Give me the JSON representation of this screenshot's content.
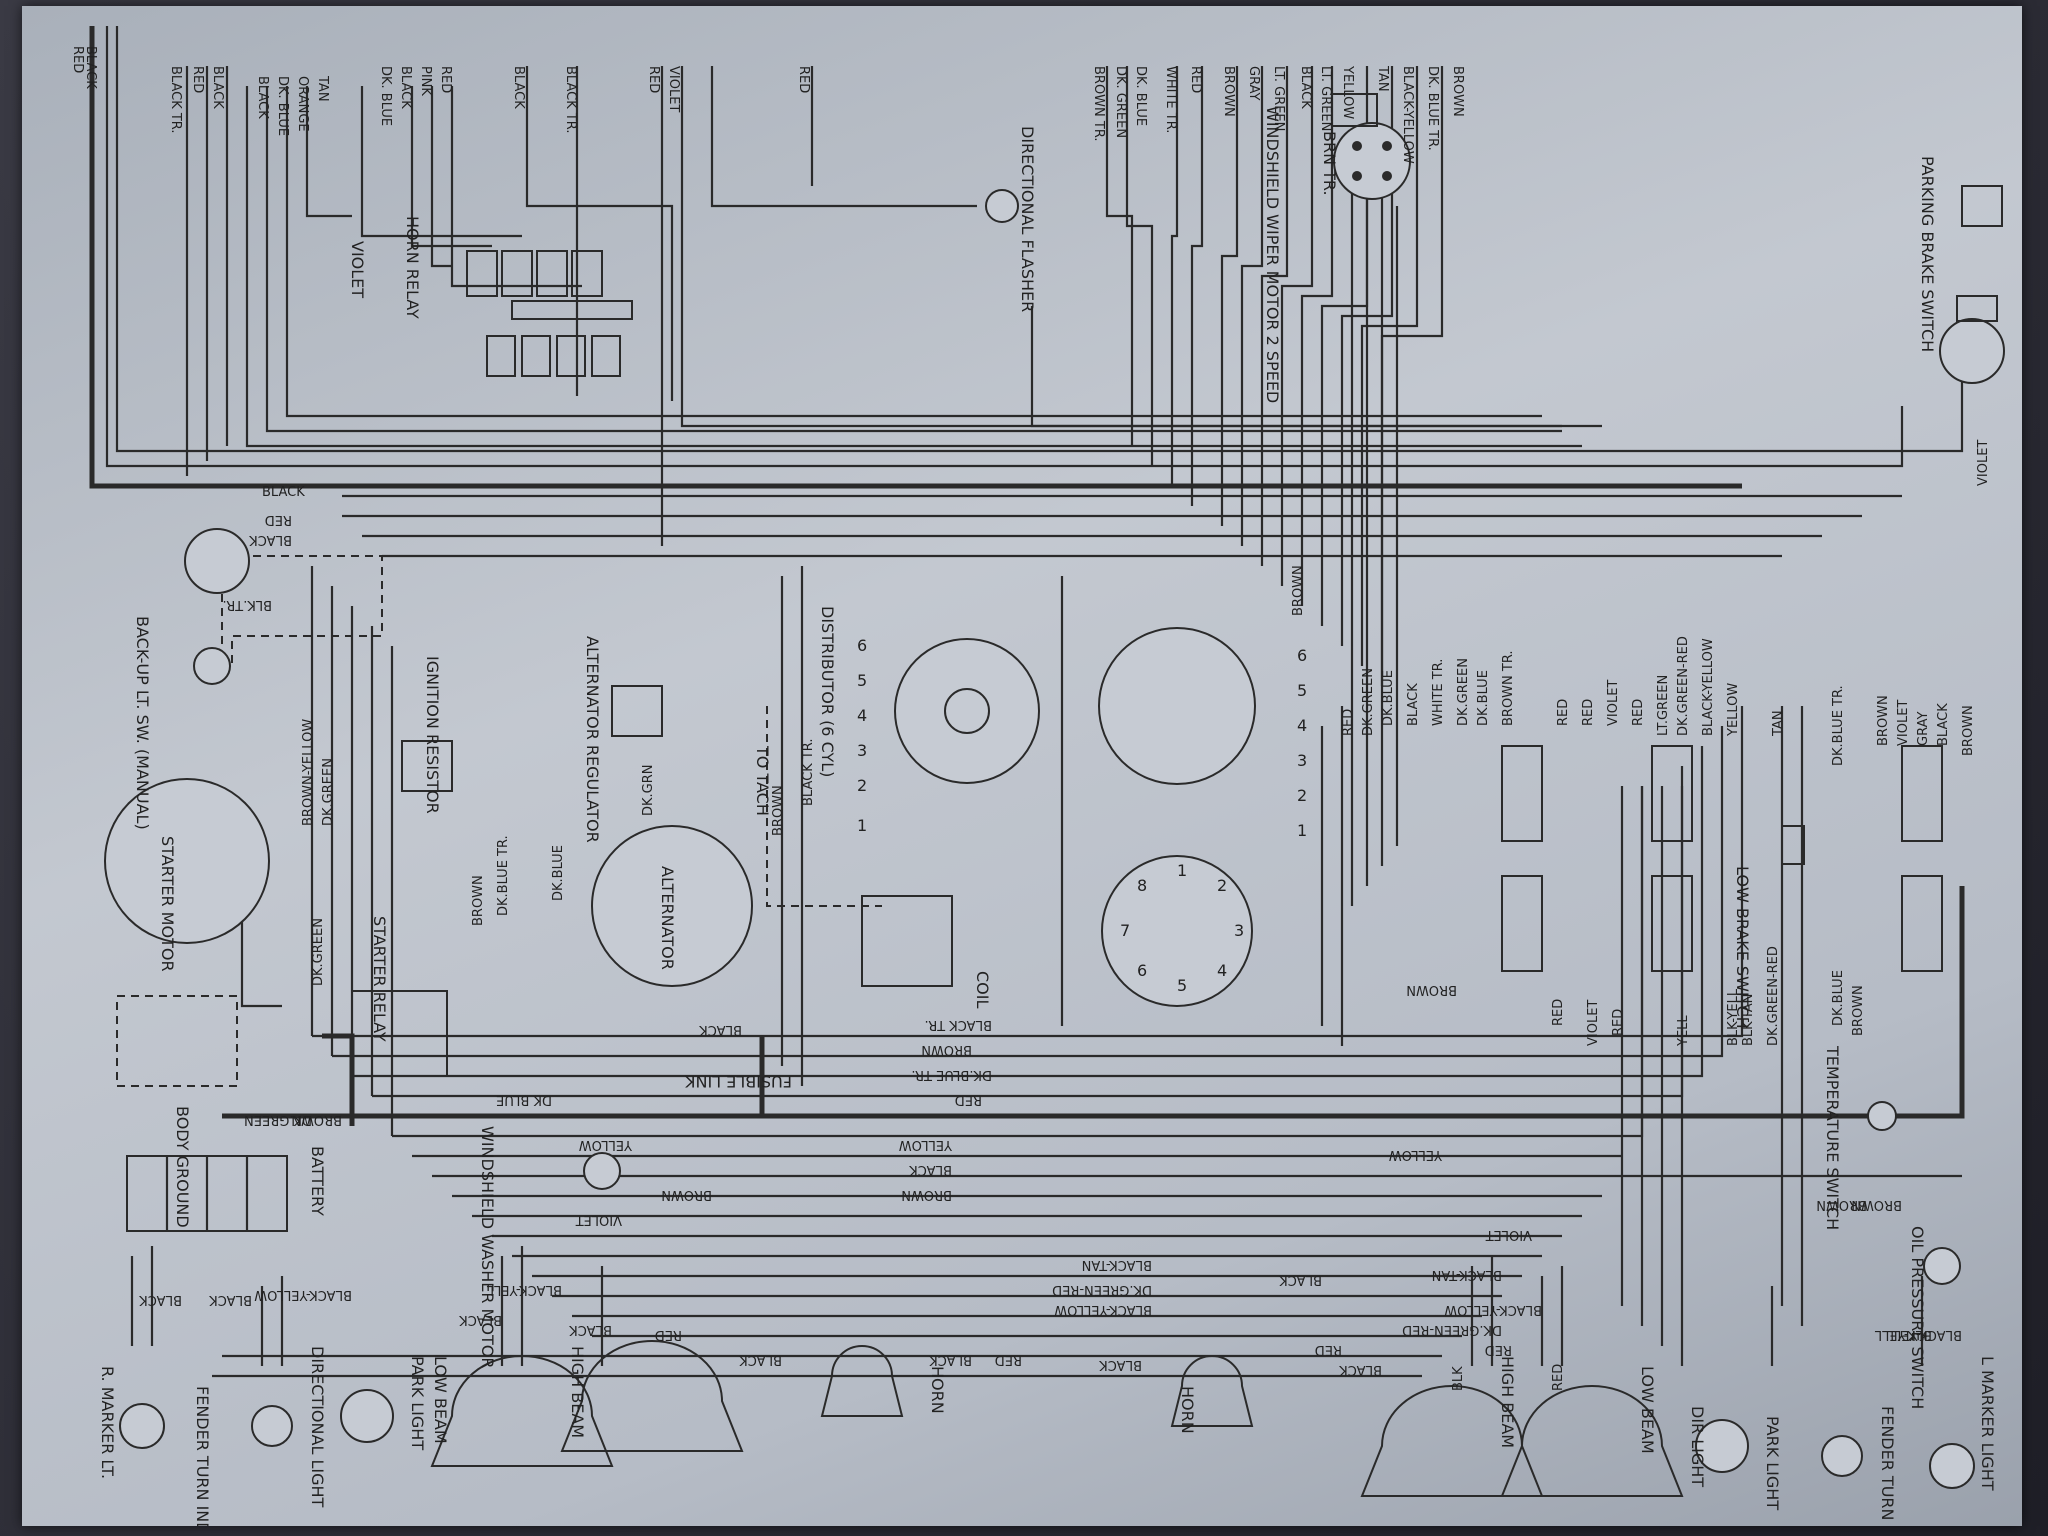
{
  "diagram": {
    "wire_labels": [
      {
        "text": "RED"
      },
      {
        "text": "BLACK"
      },
      {
        "text": "BLACK TR."
      },
      {
        "text": "RED"
      },
      {
        "text": "BLACK"
      },
      {
        "text": "BLACK"
      },
      {
        "text": "DK. BLUE"
      },
      {
        "text": "ORANGE"
      },
      {
        "text": "TAN"
      },
      {
        "text": "DK. BLUE"
      },
      {
        "text": "BLACK"
      },
      {
        "text": "PINK"
      },
      {
        "text": "RED"
      },
      {
        "text": "BLACK"
      },
      {
        "text": "BLACK TR."
      },
      {
        "text": "RED"
      },
      {
        "text": "VIOLET"
      },
      {
        "text": "RED"
      },
      {
        "text": "BROWN TR."
      },
      {
        "text": "DK. GREEN"
      },
      {
        "text": "DK. BLUE"
      },
      {
        "text": "WHITE TR."
      },
      {
        "text": "RED"
      },
      {
        "text": "BROWN"
      },
      {
        "text": "GRAY"
      },
      {
        "text": "LT. GREEN"
      },
      {
        "text": "BLACK"
      },
      {
        "text": "LT. GREEN"
      },
      {
        "text": "YELLOW"
      },
      {
        "text": "TAN"
      },
      {
        "text": "BLACK-YELLOW"
      },
      {
        "text": "DK. BLUE TR."
      },
      {
        "text": "BROWN"
      }
    ],
    "component_labels": [
      {
        "text": "HORN RELAY"
      },
      {
        "text": "VIOLET"
      },
      {
        "text": "DIRECTIONAL FLASHER"
      },
      {
        "text": "WINDSHIELD WIPER MOTOR 2 SPEED"
      },
      {
        "text": "BRN TR."
      },
      {
        "text": "PARKING BRAKE SWITCH"
      },
      {
        "text": "BACK-UP LT. SW. (MANUAL)"
      },
      {
        "text": "STARTER MOTOR"
      },
      {
        "text": "IGNITION RESISTOR"
      },
      {
        "text": "ALTERNATOR REGULATOR"
      },
      {
        "text": "ALTERNATOR"
      },
      {
        "text": "TO TACH"
      },
      {
        "text": "DISTRIBUTOR (6 CYL)"
      },
      {
        "text": "COIL"
      },
      {
        "text": "STARTER RELAY"
      },
      {
        "text": "BATTERY"
      },
      {
        "text": "BODY GROUND"
      },
      {
        "text": "WINDSHIELD WASHER MOTOR"
      },
      {
        "text": "FUSIBLE LINK"
      },
      {
        "text": "LOW BRAKE SWITCH"
      },
      {
        "text": "TEMPERATURE SWITCH"
      },
      {
        "text": "OIL PRESSURE SWITCH"
      },
      {
        "text": "HORN"
      },
      {
        "text": "HORN"
      },
      {
        "text": "R. MARKER LT."
      },
      {
        "text": "FENDER TURN IND."
      },
      {
        "text": "DIRECTIONAL LIGHT"
      },
      {
        "text": "PARK LIGHT"
      },
      {
        "text": "LOW BEAM"
      },
      {
        "text": "HIGH BEAM"
      },
      {
        "text": "HIGH BEAM"
      },
      {
        "text": "LOW BEAM"
      },
      {
        "text": "DIR LIGHT"
      },
      {
        "text": "PARK LIGHT"
      },
      {
        "text": "FENDER TURN IND"
      },
      {
        "text": "L MARKER LIGHT"
      }
    ],
    "mid_labels": [
      {
        "text": "BLACK"
      },
      {
        "text": "RED"
      },
      {
        "text": "BLACK"
      },
      {
        "text": "BLK.TR."
      },
      {
        "text": "BROWN-YELLOW"
      },
      {
        "text": "DK.GREEN"
      },
      {
        "text": "DK.GREEN"
      },
      {
        "text": "DK.GREEN"
      },
      {
        "text": "BROWN"
      },
      {
        "text": "DK.BLUE TR."
      },
      {
        "text": "DK.BLUE"
      },
      {
        "text": "DK.GRN"
      },
      {
        "text": "BROWN"
      },
      {
        "text": "BLACK TR."
      },
      {
        "text": "BROWN"
      },
      {
        "text": "RED"
      },
      {
        "text": "DK.GREEN"
      },
      {
        "text": "DK.BLUE"
      },
      {
        "text": "BLACK"
      },
      {
        "text": "WHITE TR."
      },
      {
        "text": "DK.GREEN"
      },
      {
        "text": "DK.BLUE"
      },
      {
        "text": "BROWN TR."
      },
      {
        "text": "RED"
      },
      {
        "text": "RED"
      },
      {
        "text": "VIOLET"
      },
      {
        "text": "RED"
      },
      {
        "text": "LT.GREEN"
      },
      {
        "text": "DK.GREEN-RED"
      },
      {
        "text": "BLACK-YELLOW"
      },
      {
        "text": "YELLOW"
      },
      {
        "text": "TAN"
      },
      {
        "text": "DK.BLUE TR."
      },
      {
        "text": "BROWN"
      },
      {
        "text": "VIOLET"
      },
      {
        "text": "GRAY"
      },
      {
        "text": "BLACK"
      },
      {
        "text": "BROWN"
      },
      {
        "text": "BROWN"
      },
      {
        "text": "RED"
      },
      {
        "text": "VIOLET"
      },
      {
        "text": "RED"
      },
      {
        "text": "YELL"
      },
      {
        "text": "BLK-YELL"
      },
      {
        "text": "BLK-TAN"
      },
      {
        "text": "DK.GREEN-RED"
      },
      {
        "text": "DK.BLUE"
      },
      {
        "text": "BROWN"
      },
      {
        "text": "VIOLET"
      },
      {
        "text": "BROWN"
      }
    ],
    "horizontal_labels": [
      {
        "text": "BLACK TR."
      },
      {
        "text": "BROWN"
      },
      {
        "text": "DK.BLUE TR."
      },
      {
        "text": "RED"
      },
      {
        "text": "BLACK"
      },
      {
        "text": "DK BLUE"
      },
      {
        "text": "BROWN"
      },
      {
        "text": "YELLOW"
      },
      {
        "text": "YELLOW"
      },
      {
        "text": "YELLOW"
      },
      {
        "text": "BLACK"
      },
      {
        "text": "BROWN"
      },
      {
        "text": "BROWN"
      },
      {
        "text": "VIOLET"
      },
      {
        "text": "VIOLET"
      },
      {
        "text": "BLACK-TAN"
      },
      {
        "text": "BLACK-TAN"
      },
      {
        "text": "BLACK-YELLOW"
      },
      {
        "text": "DK.GREEN-RED"
      },
      {
        "text": "BLACK-YELLOW"
      },
      {
        "text": "DK.GREEN-RED"
      },
      {
        "text": "BLACK-YELLOW"
      },
      {
        "text": "BLACK-YELL"
      },
      {
        "text": "BLACK-YELL"
      },
      {
        "text": "BLACK"
      },
      {
        "text": "RED"
      },
      {
        "text": "BLACK"
      },
      {
        "text": "BLACK"
      },
      {
        "text": "BLACK"
      },
      {
        "text": "RED"
      },
      {
        "text": "BLACK"
      },
      {
        "text": "RED"
      },
      {
        "text": "BLACK"
      },
      {
        "text": "BLACK"
      },
      {
        "text": "RED"
      },
      {
        "text": "BLK"
      },
      {
        "text": "RED"
      },
      {
        "text": "BROWN"
      },
      {
        "text": "BLK-YELL"
      },
      {
        "text": "BLACK"
      },
      {
        "text": "BLACK"
      }
    ],
    "distributor_numbers": [
      "1",
      "2",
      "3",
      "4",
      "5",
      "6"
    ],
    "firing_numbers": [
      "1",
      "2",
      "3",
      "4",
      "5",
      "6",
      "7",
      "8"
    ]
  }
}
